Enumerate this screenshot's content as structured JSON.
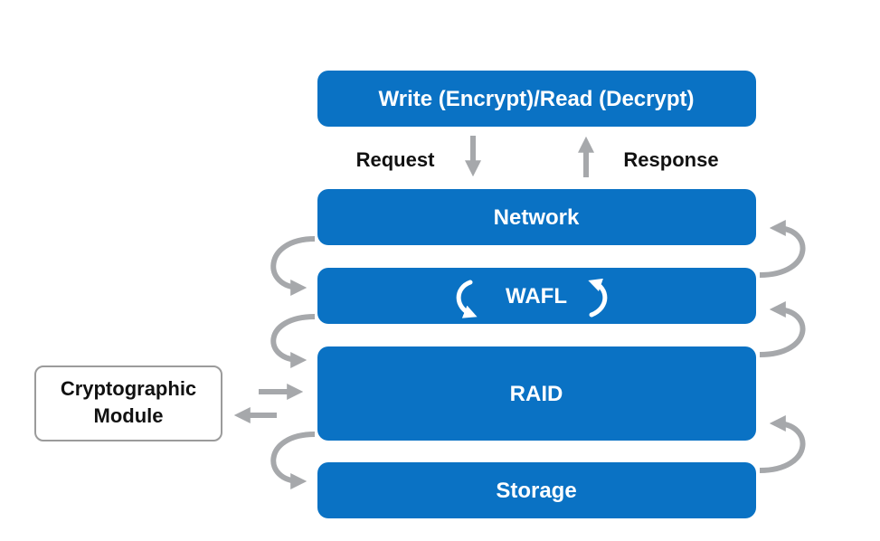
{
  "layers": {
    "top": "Write (Encrypt)/Read (Decrypt)",
    "network": "Network",
    "wafl": "WAFL",
    "raid": "RAID",
    "storage": "Storage"
  },
  "flow": {
    "request": "Request",
    "response": "Response"
  },
  "module": {
    "line1": "Cryptographic",
    "line2": "Module"
  },
  "colors": {
    "layer_fill": "#0a72c4",
    "arrow": "#a6a8ab",
    "module_border": "#9b9b9b",
    "text_dark": "#111111",
    "text_light": "#ffffff"
  }
}
